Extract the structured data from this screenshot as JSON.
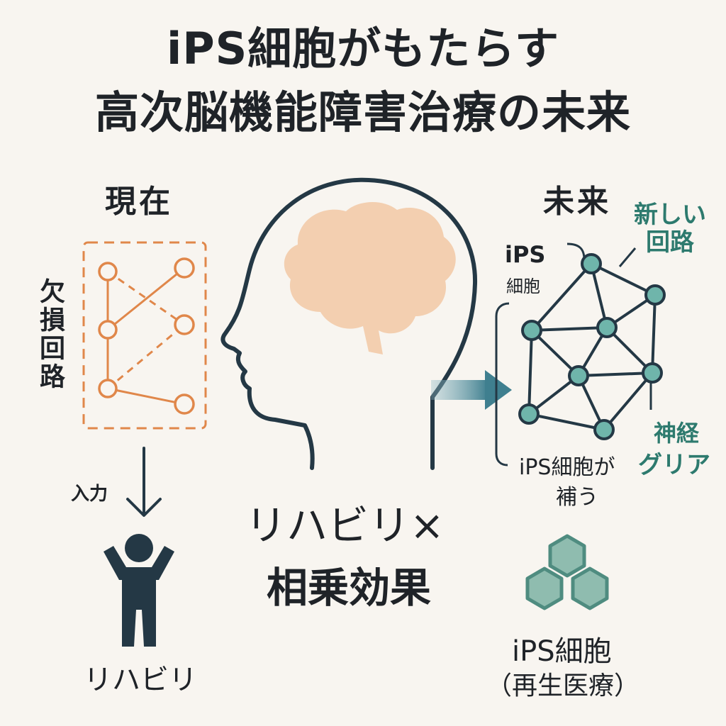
{
  "title": {
    "line1": "iPS細胞がもたらす",
    "line2": "高次脳機能障害治療の未来"
  },
  "present": {
    "heading": "現在",
    "side_label": "欠損回路",
    "input_label": "入力",
    "person_label": "リハビリ"
  },
  "center": {
    "line1": "リハビリ×",
    "line2": "相乗効果"
  },
  "future": {
    "heading": "未来",
    "new_circuit": "新しい回路",
    "ips_cell_top": "iPS",
    "ips_cell_bottom": "細胞",
    "neuro_glia_1": "神経",
    "neuro_glia_2": "グリア",
    "supplement_1": "iPS細胞が",
    "supplement_2": "補う",
    "ips_label_1": "iPS細胞",
    "ips_label_2": "（再生医療）"
  },
  "colors": {
    "text": "#1f2328",
    "orange": "#e0874a",
    "brain": "#f3cfb0",
    "teal_node": "#6fb5ab",
    "teal_text": "#2d7a6e",
    "hex_fill": "#8fbcaf",
    "hex_stroke": "#4f8c80",
    "dark": "#243845"
  }
}
